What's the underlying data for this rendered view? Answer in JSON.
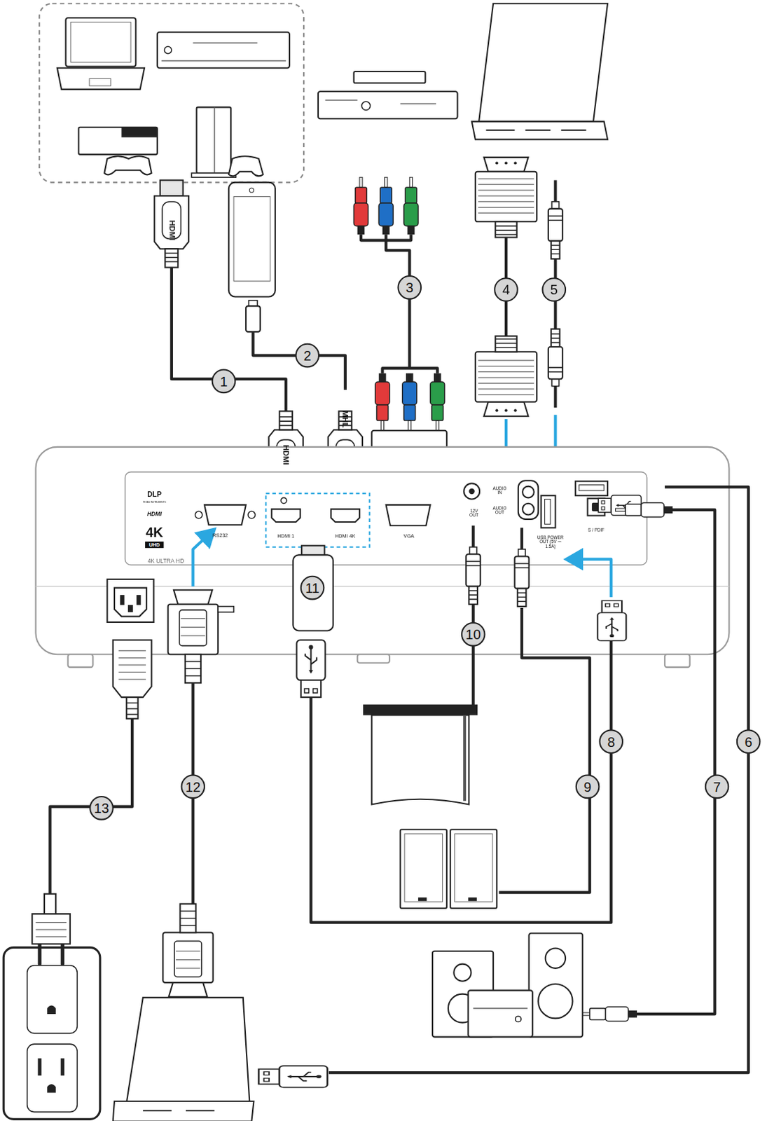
{
  "diagram": {
    "nodes": [
      {
        "text": [
          "1"
        ]
      },
      {
        "text": [
          "2"
        ]
      },
      {
        "text": [
          "3"
        ]
      },
      {
        "text": [
          "4"
        ]
      },
      {
        "text": [
          "5"
        ]
      },
      {
        "text": [
          "6"
        ]
      },
      {
        "text": [
          "7"
        ]
      },
      {
        "text": [
          "8"
        ]
      },
      {
        "text": [
          "9"
        ]
      },
      {
        "text": [
          "10"
        ]
      },
      {
        "text": [
          "11"
        ]
      },
      {
        "text": [
          "12"
        ]
      },
      {
        "text": [
          "13"
        ]
      }
    ],
    "labels": [
      "HDMI",
      "HDMI",
      "MHL",
      "DLP",
      "TEXAS INSTRUMENTS",
      "HDMI",
      "4K",
      "UHD",
      "4K ULTRA HD",
      "RS232",
      "HDMI 1",
      "HDMI 4K",
      "VGA",
      "12V OUT",
      "AUDIO IN",
      "AUDIO OUT",
      "USB POWER OUT (5V ⎓ 1.5A)",
      "S / PDIF"
    ]
  }
}
